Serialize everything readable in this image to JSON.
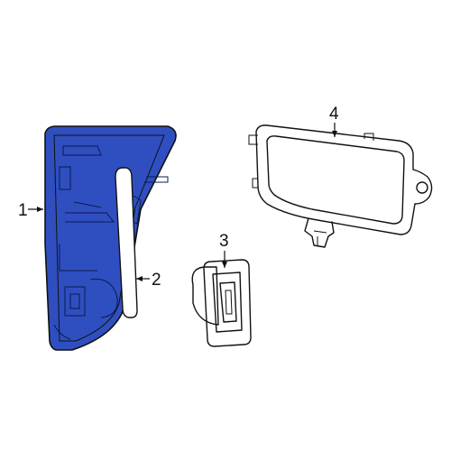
{
  "callouts": {
    "part1": "1",
    "part2": "2",
    "part3": "3",
    "part4": "4"
  },
  "colors": {
    "highlight_part": "#2f4fc0",
    "outline": "#111111",
    "background": "#ffffff"
  }
}
